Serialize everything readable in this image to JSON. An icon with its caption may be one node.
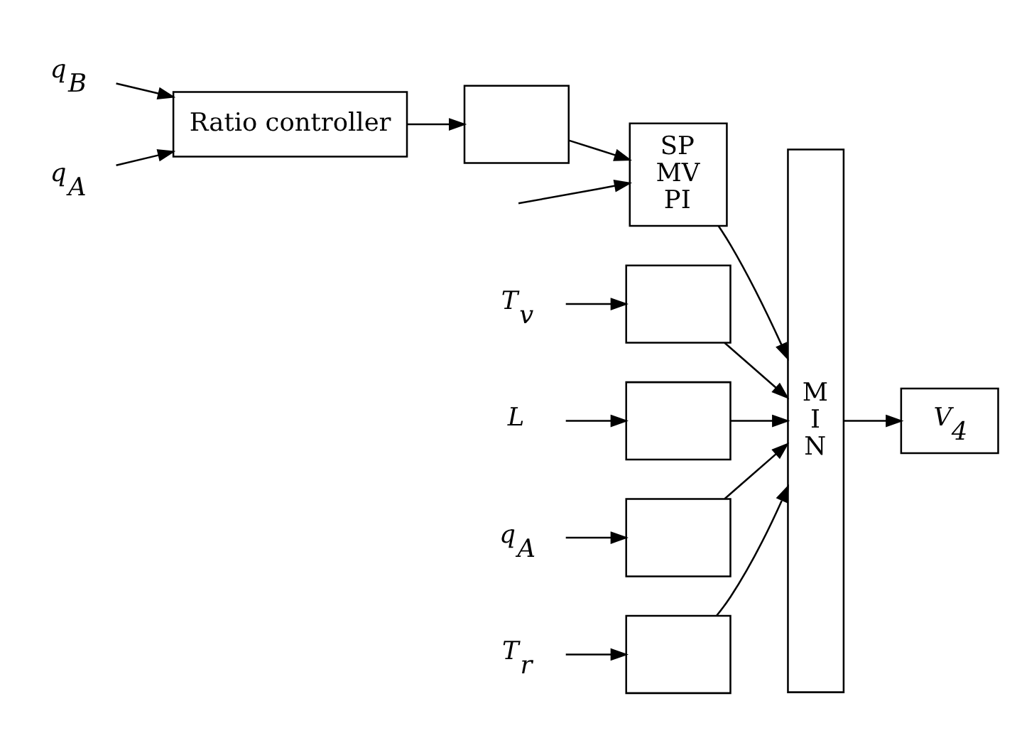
{
  "diagram": {
    "nodes": [
      {
        "text": [
          "q$_{B}$"
        ]
      },
      {
        "text": [
          "q$_{A}$"
        ]
      },
      {
        "text": [
          "Ratio controller"
        ]
      },
      {
        "text": [],
        "shape": "box"
      },
      {
        "text": [
          "T$_{v}$"
        ]
      },
      {
        "text": [],
        "shape": "box"
      },
      {
        "text": [
          "L"
        ]
      },
      {
        "text": [],
        "shape": "box"
      },
      {
        "text": [
          "SP",
          "MV",
          "PI"
        ]
      },
      {
        "text": [
          "q$_{A}$"
        ]
      },
      {
        "text": [],
        "shape": "box"
      },
      {
        "text": [
          "T$_{r}$"
        ]
      },
      {
        "text": [],
        "shape": "box"
      },
      {
        "text": [
          "M I N"
        ]
      },
      {
        "text": [
          "V$_{4}$"
        ]
      }
    ],
    "edges": [
      {
        "from": 0,
        "to": 2,
        "arrow": "to"
      },
      {
        "from": 1,
        "to": 2,
        "arrow": "to"
      },
      {
        "from": 2,
        "to": 3,
        "arrow": "to"
      },
      {
        "from": 3,
        "to": 8,
        "arrow": "to"
      },
      {
        "from": null,
        "to": 8,
        "arrow": "to"
      },
      {
        "from": 4,
        "to": 5,
        "arrow": "to"
      },
      {
        "from": 6,
        "to": 7,
        "arrow": "to"
      },
      {
        "from": 9,
        "to": 10,
        "arrow": "to"
      },
      {
        "from": 11,
        "to": 12,
        "arrow": "to"
      },
      {
        "from": 5,
        "to": 13,
        "arrow": "to"
      },
      {
        "from": 7,
        "to": 13,
        "arrow": "to"
      },
      {
        "from": 8,
        "to": 13,
        "arrow": "to"
      },
      {
        "from": 10,
        "to": 13,
        "arrow": "to"
      },
      {
        "from": 12,
        "to": 13,
        "arrow": "to"
      },
      {
        "from": 13,
        "to": 14,
        "arrow": "to"
      }
    ]
  }
}
